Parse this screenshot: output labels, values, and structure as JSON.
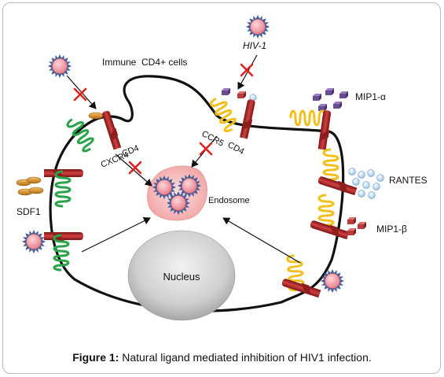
{
  "labels": {
    "immune_cells": "Immune  CD4+ cells",
    "hiv": "HIV-1",
    "mip1_alpha": "MIP1-α",
    "rantes": "RANTES",
    "mip1_beta": "MIP1-β",
    "sdf1": "SDF1",
    "cxcr4": "CXCR4",
    "cd4_left": "CD4",
    "ccr5": "CCR5",
    "cd4_right": "CD4",
    "endosome": "Endosome",
    "nucleus": "Nucleus"
  },
  "caption": {
    "prefix": "Figure 1:",
    "text": " Natural ligand mediated inhibition of HIV1 infection."
  },
  "colors": {
    "membrane": "#111111",
    "cxcr4_receptor": "#2aa34a",
    "ccr5_receptor": "#f2c01c",
    "cd4_receptor": "#b52a2a",
    "sdf1_ligand": "#d4861f",
    "mip1_alpha_ligand": "#6a4c93",
    "rantes_ligand": "#bcd7f0",
    "mip1_beta_ligand": "#b83c3c",
    "virion": "#f3a0a8",
    "virion_spikes": "#3f5f9f",
    "block_mark": "#dd1f1f",
    "endosome": "#f7b8b8",
    "nucleus": "#d9d9d9"
  },
  "icons": [
    "virion-icon",
    "block-x-icon",
    "receptor-icon",
    "ligand-icon"
  ]
}
